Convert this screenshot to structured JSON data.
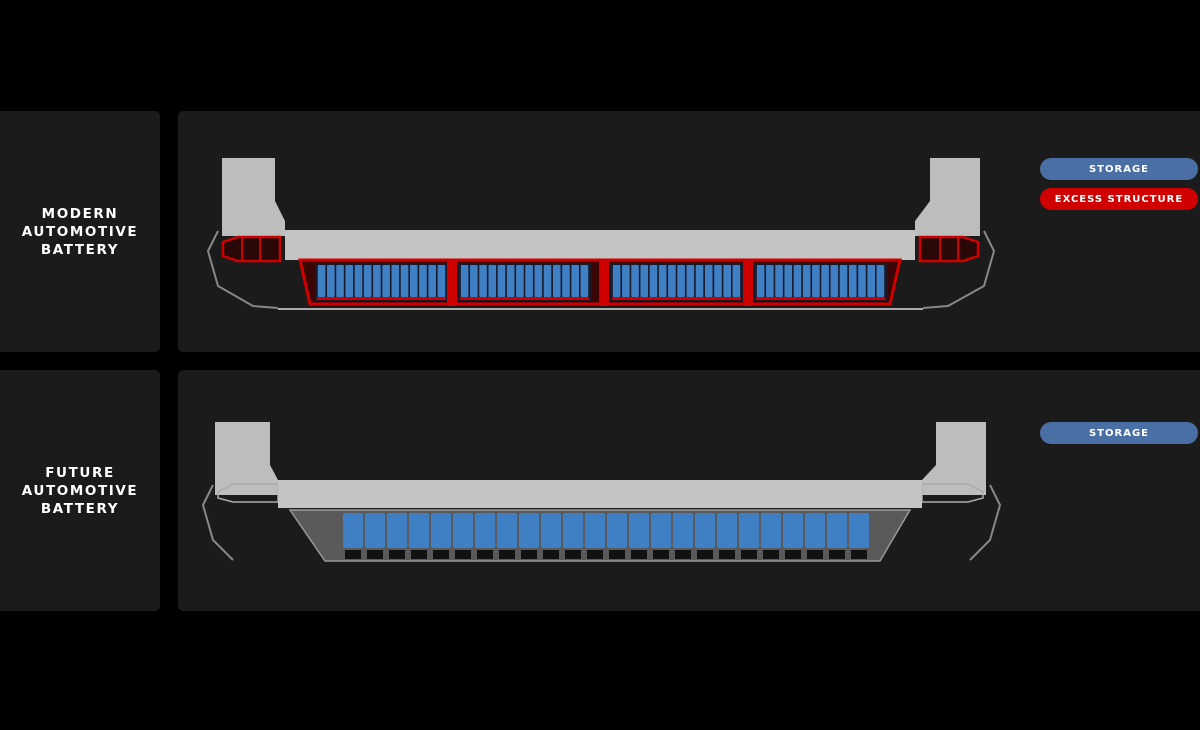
{
  "rows": [
    {
      "title": "MODERN\nAUTOMOTIVE\nBATTERY",
      "modules": 4,
      "cells_per_module": 14,
      "legend": [
        {
          "label": "STORAGE",
          "color": "#4a6fa5"
        },
        {
          "label": "EXCESS STRUCTURE",
          "color": "#d10000"
        }
      ]
    },
    {
      "title": "FUTURE\nAUTOMOTIVE\nBATTERY",
      "modules": 1,
      "cells_per_module": 24,
      "legend": [
        {
          "label": "STORAGE",
          "color": "#4a6fa5"
        }
      ]
    }
  ],
  "colors": {
    "cell": "#3f7fc4",
    "structure": "#d10000",
    "body": "#c8c8c8"
  }
}
